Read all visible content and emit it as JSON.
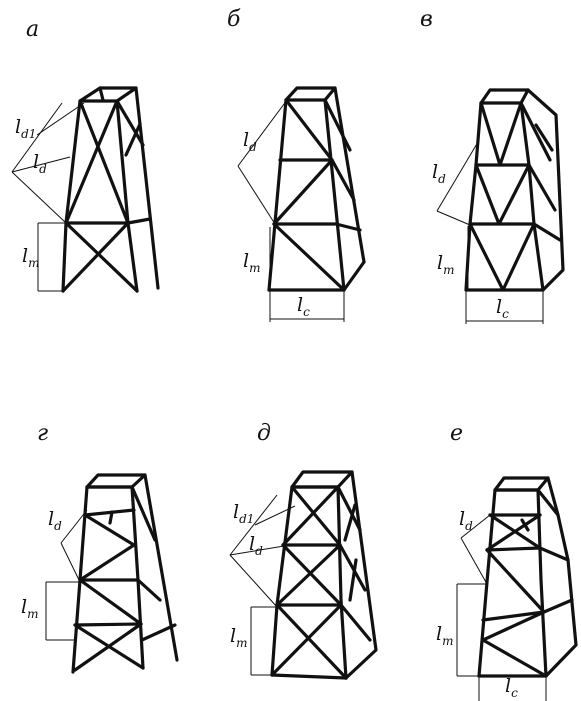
{
  "panels": [
    {
      "id": "a",
      "letter": "а"
    },
    {
      "id": "b",
      "letter": "б"
    },
    {
      "id": "v",
      "letter": "в"
    },
    {
      "id": "g",
      "letter": "г"
    },
    {
      "id": "d",
      "letter": "д"
    },
    {
      "id": "e",
      "letter": "е"
    }
  ],
  "dimension_labels": {
    "l_main": "l",
    "sub_d1": "d1",
    "sub_d": "d",
    "sub_m": "m",
    "sub_c": "c"
  }
}
